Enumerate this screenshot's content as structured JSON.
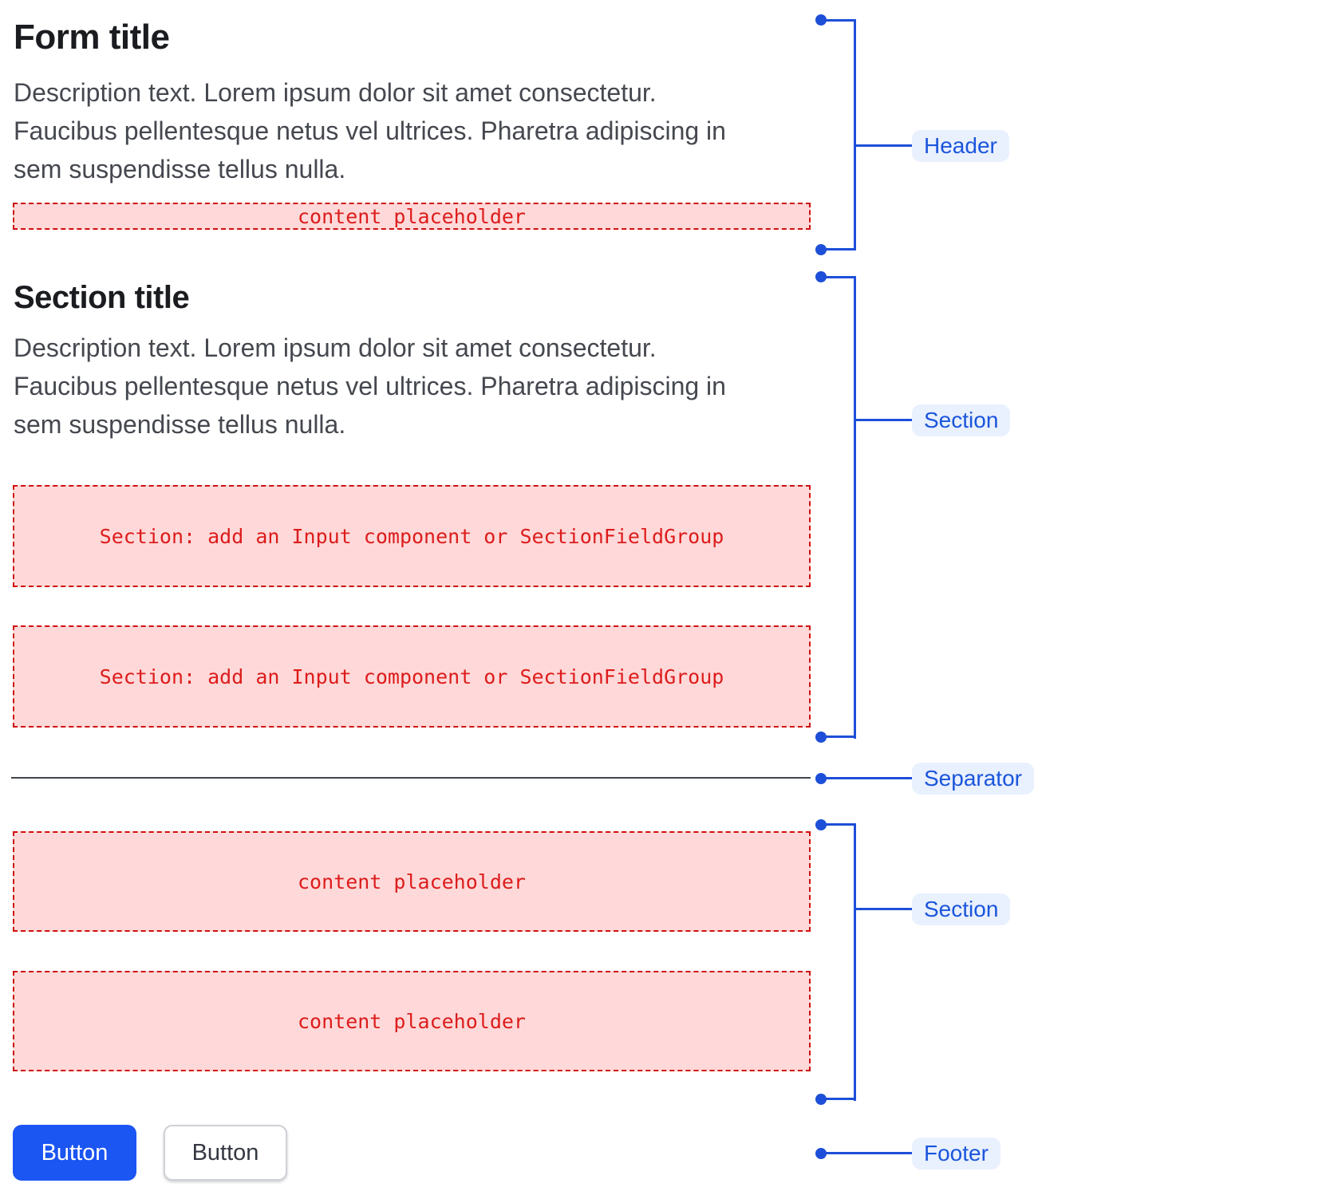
{
  "form": {
    "header": {
      "title": "Form title",
      "description_lines": [
        "Description text. Lorem ipsum dolor sit amet consectetur.",
        "Faucibus pellentesque netus vel ultrices. Pharetra adipiscing in",
        "sem suspendisse tellus nulla."
      ],
      "content_placeholder": "content placeholder"
    },
    "section_top": {
      "title": "Section title",
      "description_lines": [
        "Description text. Lorem ipsum dolor sit amet consectetur.",
        "Faucibus pellentesque netus vel ultrices. Pharetra adipiscing in",
        "sem suspendisse tellus nulla."
      ],
      "slot_1": "Section: add an Input component or SectionFieldGroup",
      "slot_2": "Section: add an Input component or SectionFieldGroup"
    },
    "section_bottom": {
      "slot_1": "content placeholder",
      "slot_2": "content placeholder"
    },
    "footer": {
      "primary_button_label": "Button",
      "secondary_button_label": "Button"
    }
  },
  "annotations": {
    "header_label": "Header",
    "section_top_label": "Section",
    "separator_label": "Separator",
    "section_bottom_label": "Section",
    "footer_label": "Footer"
  },
  "colors": {
    "annotation_blue": "#1d4fd8",
    "annotation_pill_bg": "#e9f0fe",
    "annotation_pill_text": "#1a56db",
    "placeholder_bg": "#ffd9d9",
    "placeholder_border": "#cf0f0f",
    "placeholder_text": "#dd1c1c",
    "primary_button_bg": "#1b55f2",
    "secondary_button_border": "#cfd1d6",
    "separator_line": "#40444b",
    "title_text": "#1a1c20",
    "description_text": "#45484f"
  }
}
